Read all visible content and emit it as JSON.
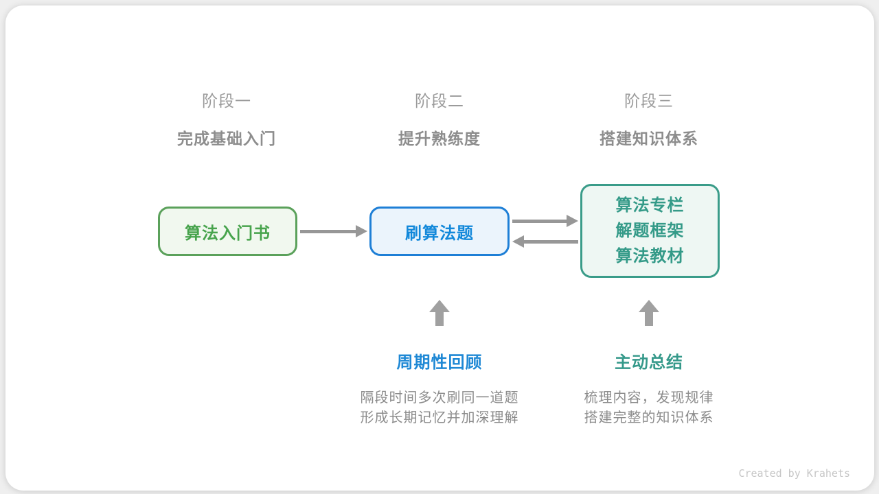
{
  "canvas": {
    "background_color": "#efefef",
    "card_background_color": "#ffffff"
  },
  "stages": [
    {
      "label": "阶段一",
      "subtitle": "完成基础入门"
    },
    {
      "label": "阶段二",
      "subtitle": "提升熟练度"
    },
    {
      "label": "阶段三",
      "subtitle": "搭建知识体系"
    }
  ],
  "nodes": [
    {
      "title": "算法入门书",
      "border_color": "#5ba15b",
      "fill_color": "#f1f8ef",
      "text_color": "#47a34c"
    },
    {
      "title": "刷算法题",
      "border_color": "#1e7fd6",
      "fill_color": "#ebf4fc",
      "text_color": "#1288da"
    },
    {
      "lines": [
        "算法专栏",
        "解题框架",
        "算法教材"
      ],
      "border_color": "#3a9c89",
      "fill_color": "#eef7f3",
      "text_color": "#349a88"
    }
  ],
  "connectors": {
    "arrow_color": "#979797",
    "up_arrow_color": "#a0a0a0"
  },
  "annotations": [
    {
      "title": "周期性回顾",
      "title_color": "#1e88d5",
      "lines": [
        "隔段时间多次刷同一道题",
        "形成长期记忆并加深理解"
      ]
    },
    {
      "title": "主动总结",
      "title_color": "#35998a",
      "lines": [
        "梳理内容，发现规律",
        "搭建完整的知识体系"
      ]
    }
  ],
  "footer": {
    "credit": "Created by Krahets"
  }
}
